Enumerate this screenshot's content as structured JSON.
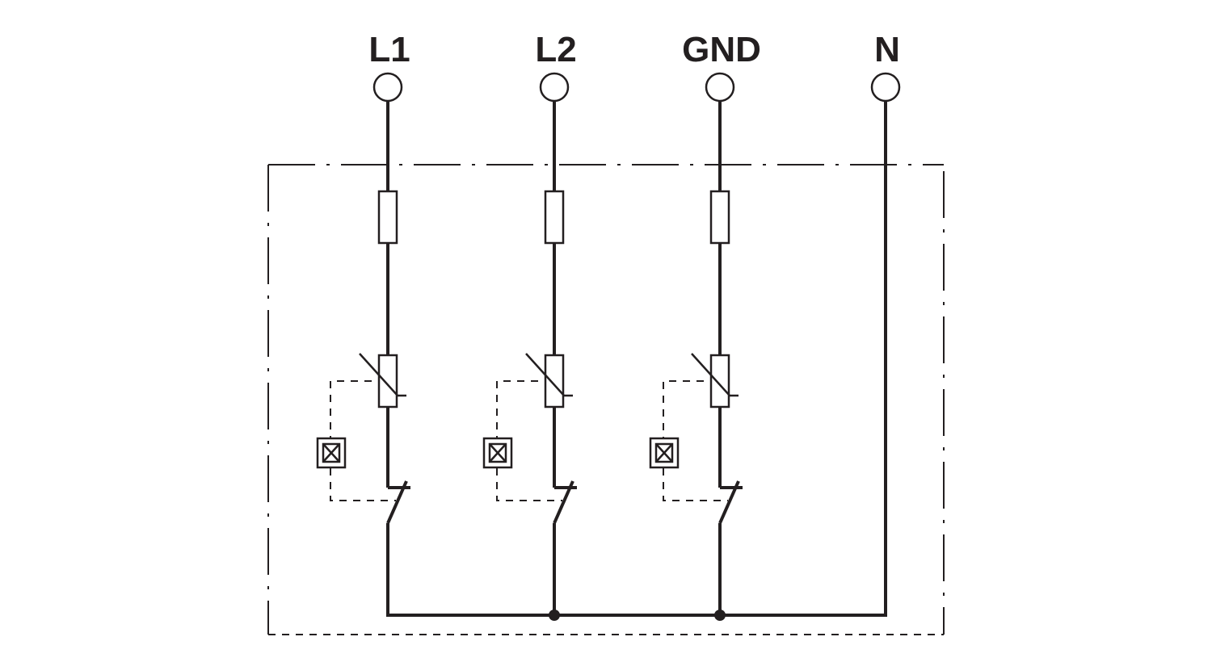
{
  "diagram": {
    "terminals": [
      {
        "id": "l1",
        "label": "L1"
      },
      {
        "id": "l2",
        "label": "L2"
      },
      {
        "id": "gnd",
        "label": "GND"
      },
      {
        "id": "n",
        "label": "N"
      }
    ],
    "colors": {
      "line": "#231f20",
      "background": "#ffffff"
    }
  }
}
